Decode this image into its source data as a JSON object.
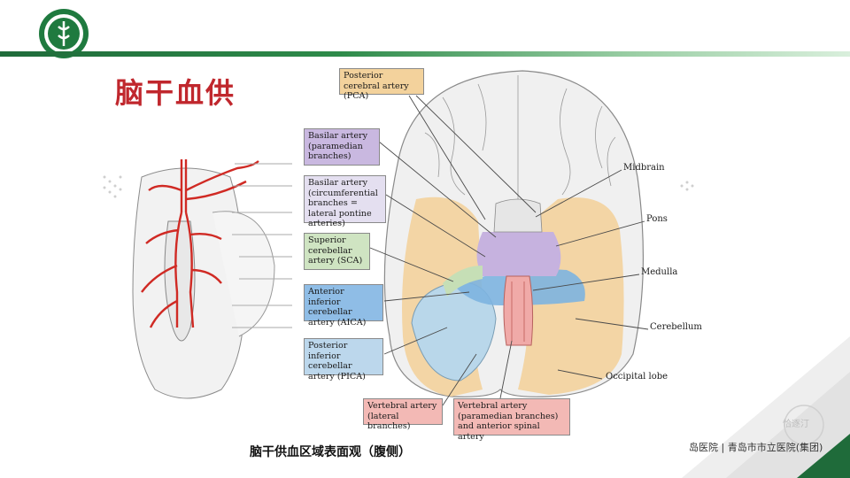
{
  "slide": {
    "title": "脑干血供",
    "caption": "脑干供血区域表面观（腹侧）",
    "hospital_cn": "岛医院 | 青岛市市立医院(集团)",
    "watermark": "恰逐汀"
  },
  "labels": {
    "pca": "Posterior cerebral artery (PCA)",
    "basilar_paramedian": "Basilar artery (paramedian branches)",
    "basilar_circ": "Basilar artery (circumferential branches = lateral pontine arteries)",
    "sca": "Superior cerebellar artery (SCA)",
    "aica": "Anterior inferior cerebellar artery (AICA)",
    "pica": "Posterior inferior cerebellar artery (PICA)",
    "vert_lateral": "Vertebral artery (lateral branches)",
    "vert_paramedian": "Vertebral artery (paramedian branches) and anterior spinal artery",
    "midbrain": "Midbrain",
    "pons": "Pons",
    "medulla": "Medulla",
    "cerebellum": "Cerebellum",
    "occipital": "Occipital lobe"
  },
  "colors": {
    "title": "#c0272d",
    "pca": "#f3d29c",
    "basilar_paramedian": "#c9b8e0",
    "basilar_circ": "#e4dff0",
    "sca": "#cfe4c2",
    "aica": "#8fbde6",
    "pica": "#bcd7ec",
    "vert": "#f3b9b5"
  }
}
